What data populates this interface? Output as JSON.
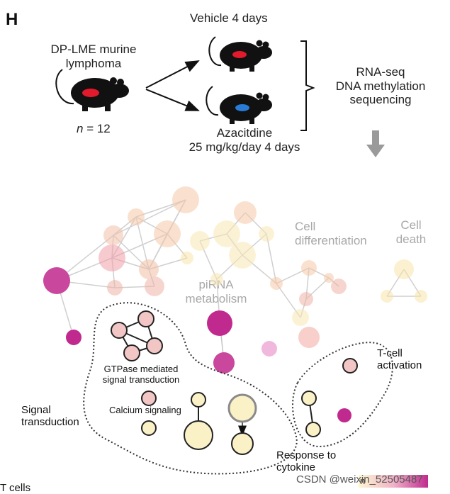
{
  "panel_letter": "H",
  "top": {
    "source_title": "DP-LME murine\nlymphoma",
    "sample_size_prefix": "n",
    "sample_size_suffix": " = 12",
    "vehicle_label": "Vehicle 4 days",
    "azacitidine_label": "Azacitdine\n25 mg/kg/day 4 days",
    "assays": "RNA-seq\nDNA methylation\nsequencing",
    "colors": {
      "tumor_vehicle": "#e3192c",
      "tumor_treated": "#2a7bd6",
      "mouse": "#111111"
    }
  },
  "network": {
    "cluster_labels": {
      "cell_differentiation": "Cell\ndifferentiation",
      "cell_death": "Cell\ndeath",
      "pirna": "piRNA\nmetabolism",
      "signal_transduction": "Signal\ntransduction",
      "gtpase": "GTPase mediated\nsignal transduction",
      "calcium": "Calcium signaling",
      "tcell_activation": "T-cell\nactivation",
      "response_cytokine": "Response to\ncytokine"
    },
    "bottom_left_text": "T cells",
    "watermark": "CSDN @weixin_52505487",
    "colorbar_label": "n",
    "colors": {
      "node_light_yellow": "#fbf1c7",
      "node_peach": "#f9d9c6",
      "node_pink_light": "#f2c0c6",
      "node_magenta": "#d0399a",
      "node_magenta_light": "#e59ad0",
      "edge": "#c8c8c8",
      "colorbar_start": "#fdf6d0",
      "colorbar_end": "#c02a8e"
    }
  }
}
